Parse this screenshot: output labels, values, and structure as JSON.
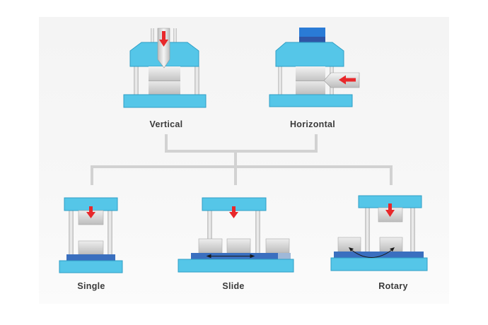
{
  "colors": {
    "platen": "#55c6e8",
    "platen_edge": "#2f9fc6",
    "base_dark": "#3a6fbf",
    "column": "#dcdcdc",
    "connector": "#d2d2d2",
    "arrow": "#e8282b",
    "mold_block": "#cfcfcf"
  },
  "icons": {
    "press": "injection-press-icon",
    "arrow": "red-arrow-icon"
  },
  "top_row": {
    "vertical_label": "Vertical",
    "horizontal_label": "Horizontal"
  },
  "bottom_row": {
    "single_label": "Single",
    "slide_label": "Slide",
    "rotary_label": "Rotary"
  }
}
